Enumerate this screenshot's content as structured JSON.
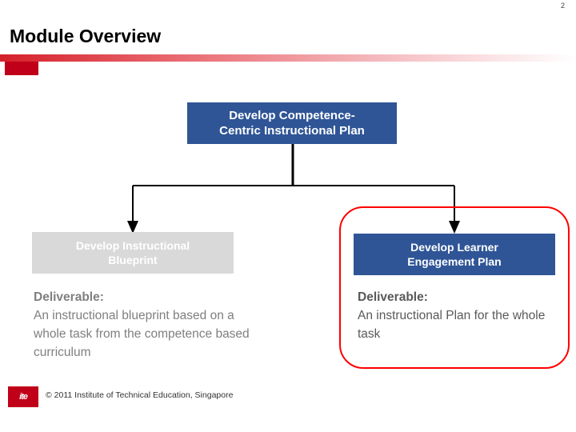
{
  "slide": {
    "page_number": "2",
    "title": "Module Overview",
    "accent_color": "#c00018",
    "box_blue_color": "#2f5597",
    "box_grey_color": "#d9d9d9",
    "callout_color": "#ff0000"
  },
  "diagram": {
    "top_box": {
      "line1": "Develop Competence-",
      "line2": "Centric Instructional Plan"
    },
    "left_box": {
      "line1": "Develop Instructional",
      "line2": "Blueprint"
    },
    "right_box": {
      "line1": "Develop Learner",
      "line2": "Engagement Plan"
    },
    "left_deliverable": {
      "heading": "Deliverable:",
      "body": "An instructional blueprint based on a whole task from the competence based curriculum"
    },
    "right_deliverable": {
      "heading": "Deliverable:",
      "body": "An instructional Plan for the whole task"
    }
  },
  "footer": {
    "logo_text": "ite",
    "copyright": "© 2011 Institute of Technical Education, Singapore"
  }
}
